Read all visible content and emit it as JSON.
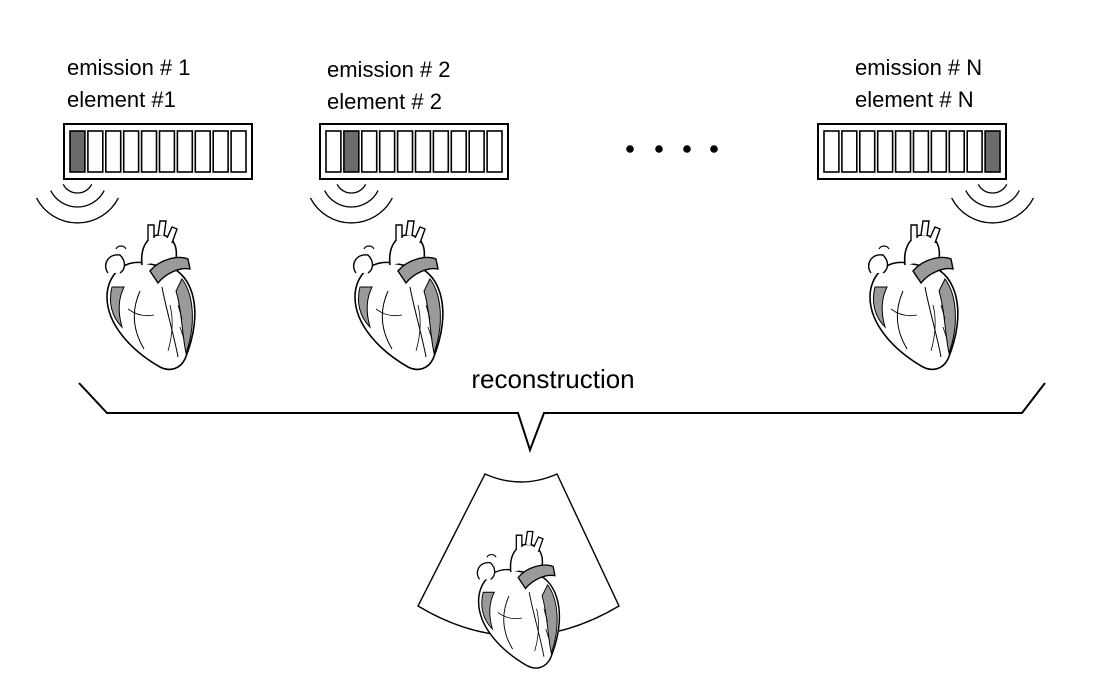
{
  "panels": [
    {
      "emission": "emission # 1",
      "element": "element #1",
      "active_element": 1
    },
    {
      "emission": "emission # 2",
      "element": "element # 2",
      "active_element": 2
    },
    {
      "emission": "emission # N",
      "element": "element # N",
      "active_element": 10
    }
  ],
  "array_element_count": 10,
  "reconstruction_label": "reconstruction",
  "colors": {
    "active_element": "#6b6b6b",
    "line": "#000000",
    "heart_shade": "#9a9a9a",
    "background": "#ffffff"
  },
  "icons": [
    "transducer-array-icon",
    "wave-arcs-icon",
    "heart-icon",
    "ellipsis-icon",
    "curly-brace-icon",
    "sector-image-icon"
  ]
}
